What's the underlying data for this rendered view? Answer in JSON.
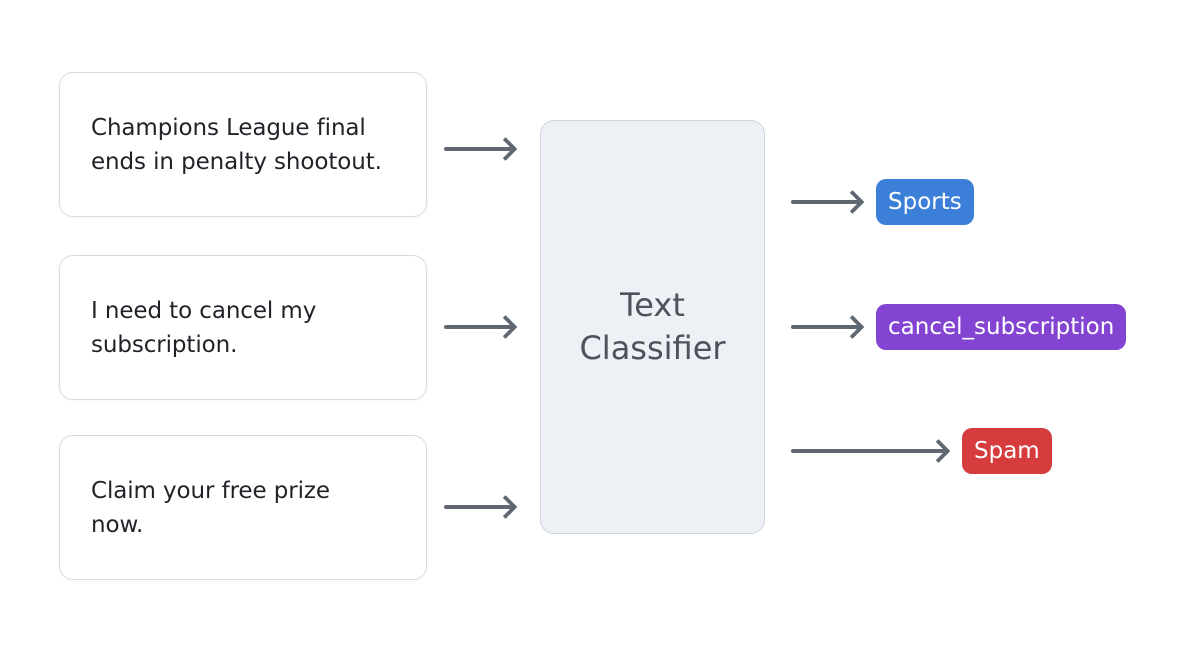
{
  "inputs": [
    {
      "lines": [
        "Champions League final",
        "ends in penalty shootout."
      ]
    },
    {
      "lines": [
        "I need to cancel my",
        "subscription."
      ]
    },
    {
      "lines": [
        "Claim your free prize",
        "now."
      ]
    }
  ],
  "classifier": {
    "lines": [
      "Text",
      "Classifier"
    ],
    "fill_color": "#edf0f4"
  },
  "outputs": [
    {
      "label": "Sports",
      "color": "#3b7fd8"
    },
    {
      "label": "cancel_subscription",
      "color": "#8344d2"
    },
    {
      "label": "Spam",
      "color": "#d63b3d"
    }
  ],
  "arrow_color": "#5f6770"
}
